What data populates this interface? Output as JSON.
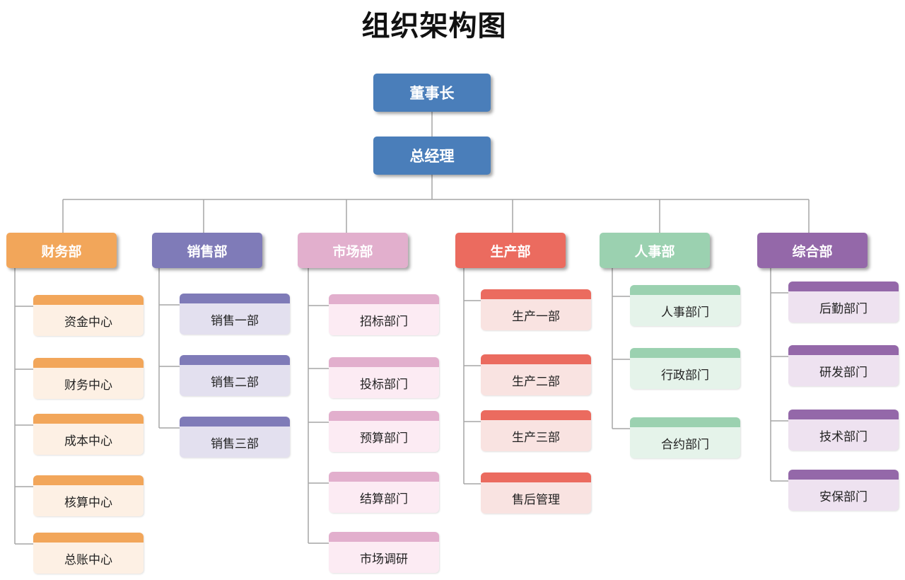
{
  "title": "组织架构图",
  "chairman": {
    "label": "董事长",
    "color": "#4a7eba"
  },
  "manager": {
    "label": "总经理",
    "color": "#4a7eba"
  },
  "line_color": "#a6a6a6",
  "departments": [
    {
      "key": "finance",
      "label": "财务部",
      "color": "#f2a65a",
      "light": "#fdf0e4",
      "subs": [
        "资金中心",
        "财务中心",
        "成本中心",
        "核算中心",
        "总账中心"
      ]
    },
    {
      "key": "sales",
      "label": "销售部",
      "color": "#7f7bb8",
      "light": "#e3e0ef",
      "subs": [
        "销售一部",
        "销售二部",
        "销售三部"
      ]
    },
    {
      "key": "market",
      "label": "市场部",
      "color": "#e2afcd",
      "light": "#fcebf3",
      "subs": [
        "招标部门",
        "投标部门",
        "预算部门",
        "结算部门",
        "市场调研"
      ]
    },
    {
      "key": "production",
      "label": "生产部",
      "color": "#eb6b5f",
      "light": "#f9e3e1",
      "subs": [
        "生产一部",
        "生产二部",
        "生产三部",
        "售后管理"
      ]
    },
    {
      "key": "hr",
      "label": "人事部",
      "color": "#9bd1b0",
      "light": "#e5f3ea",
      "subs": [
        "人事部门",
        "行政部门",
        "合约部门"
      ]
    },
    {
      "key": "general",
      "label": "综合部",
      "color": "#9468a9",
      "light": "#eee2f0",
      "subs": [
        "后勤部门",
        "研发部门",
        "技术部门",
        "安保部门"
      ]
    }
  ]
}
